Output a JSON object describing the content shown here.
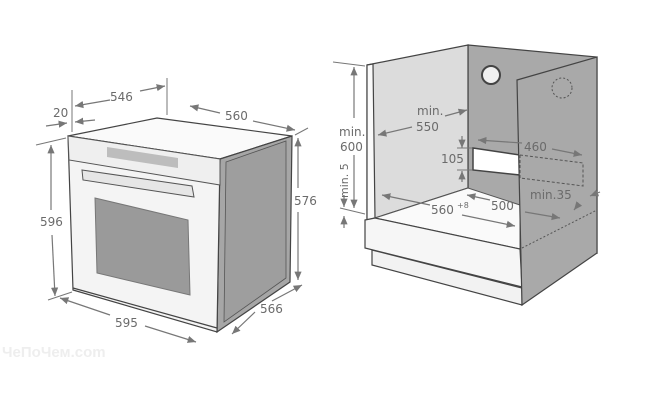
{
  "oven": {
    "labels": {
      "depth_body": "546",
      "panel_thickness": "20",
      "depth_total": "560",
      "height_front": "596",
      "height_body": "576",
      "width_front": "595",
      "width_body": "566"
    }
  },
  "cabinet": {
    "labels": {
      "min_height_prefix": "min.",
      "min_height": "600",
      "min_depth_prefix": "min.",
      "min_depth": "550",
      "vent_height": "105",
      "vent_width": "460",
      "min_gap": "min. 5",
      "niche_width": "560",
      "niche_width_tolerance": "+8",
      "inner_width": "500",
      "min_side": "min.35"
    }
  },
  "watermark": "ЧеПоЧем.com",
  "colors": {
    "panel_light": "#d9d9d9",
    "panel_dark": "#a6a6a6",
    "window": "#9a9a9a",
    "line": "#444444"
  }
}
